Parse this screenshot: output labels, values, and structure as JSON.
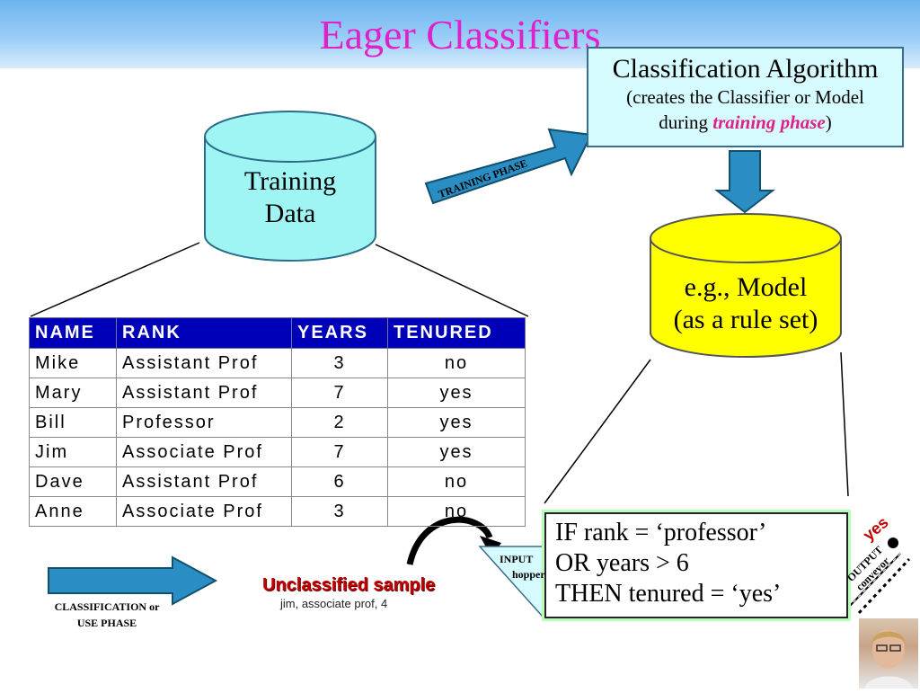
{
  "title": "Eager Classifiers",
  "training_cylinder": {
    "line1": "Training",
    "line2": "Data"
  },
  "algorithm_box": {
    "title": "Classification Algorithm",
    "desc_line1": "(creates the Classifier or Model",
    "desc_prefix": "during ",
    "desc_emphasis": "training phase",
    "desc_suffix": ")"
  },
  "training_phase_label": "TRAINING PHASE",
  "model_cylinder": {
    "line1": "e.g., Model",
    "line2": "(as a rule set)"
  },
  "table": {
    "headers": [
      "NAME",
      "RANK",
      "YEARS",
      "TENURED"
    ],
    "rows": [
      [
        "Mike",
        "Assistant Prof",
        "3",
        "no"
      ],
      [
        "Mary",
        "Assistant Prof",
        "7",
        "yes"
      ],
      [
        "Bill",
        "Professor",
        "2",
        "yes"
      ],
      [
        "Jim",
        "Associate Prof",
        "7",
        "yes"
      ],
      [
        "Dave",
        "Assistant Prof",
        "6",
        "no"
      ],
      [
        "Anne",
        "Associate Prof",
        "3",
        "no"
      ]
    ]
  },
  "rule": {
    "line1": "IF rank = ‘professor’",
    "line2": "OR years > 6",
    "line3": "THEN tenured = ‘yes’"
  },
  "classification_label": {
    "line1": "CLASSIFICATION  or",
    "line2": "USE PHASE"
  },
  "unclassified_label": "Unclassified sample",
  "sample_text": "jim, associate prof, 4",
  "input_label": {
    "line1": "INPUT",
    "line2": "hopper"
  },
  "output_label": {
    "line1": "OUTPUT",
    "line2": "conveyor"
  },
  "output_value": "yes",
  "colors": {
    "title": "#e020c8",
    "cylinder_training": "#9ff4f4",
    "cylinder_model": "#ffff00",
    "arrow": "#2a8ec4",
    "table_header": "#0000b8",
    "emphasis": "#e0208a"
  }
}
